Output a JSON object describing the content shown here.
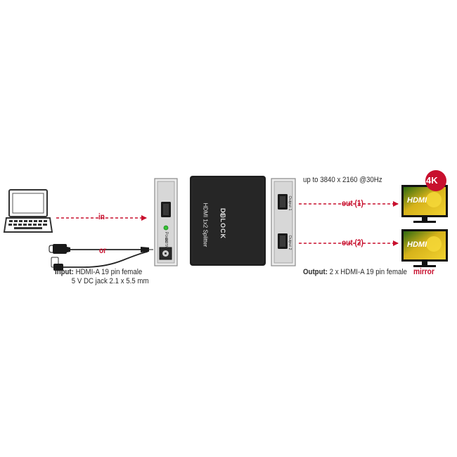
{
  "resolution_label": "up to 3840 x 2160 @30Hz",
  "badge_4k": "4K",
  "arrows": {
    "in_label": "in",
    "or_label": "or",
    "out1_label": "out (1)",
    "out2_label": "out (2)"
  },
  "input_spec": {
    "heading": "Input:",
    "line1": "HDMI-A 19 pin female",
    "line2": "5 V DC jack 2.1 x 5.5 mm"
  },
  "output_spec": {
    "heading": "Output:",
    "line1": "2 x HDMI-A 19 pin female"
  },
  "input_panel": {
    "input_port_label": "Input",
    "power_label": "Power",
    "dc_label": "DC 5V"
  },
  "splitter": {
    "brand": "DELOCK",
    "model": "HDMI 1x2 Splitter"
  },
  "output_panel": {
    "output1_label": "Output 1",
    "output2_label": "Output 2"
  },
  "monitors": {
    "screen_text": "HDMI",
    "mirror_label": "mirror"
  },
  "colors": {
    "accent_red": "#c8102e",
    "device_dark": "#1e1e1e",
    "panel_gray": "#d7d7d7",
    "led_green": "#35c435"
  }
}
